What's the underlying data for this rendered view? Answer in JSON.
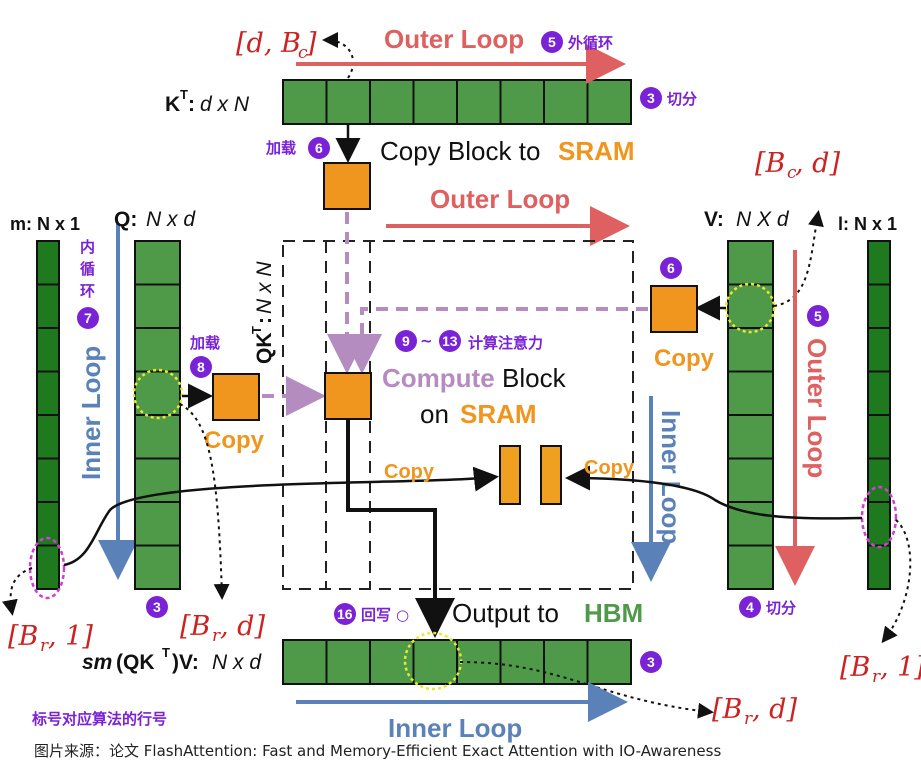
{
  "labels": {
    "dBc": "[d, B",
    "dBc_sub": "c",
    "dBc_end": "]",
    "kt_name": "K",
    "kt_sup": "T",
    "kt_dims": "d x N",
    "q_name": "Q:",
    "q_dims": "N x d",
    "v_name": "V:",
    "v_dims": "N X d",
    "m_name": "m: N x 1",
    "l_name": "l: N x 1",
    "qkt": "QK",
    "qkt_sup": "T",
    "qkt_dims": "N x N",
    "out_sm": "sm",
    "out_mid": "(QK",
    "out_sup": "T",
    "out_end": ")V:",
    "out_dims": "N x d",
    "Bcd": "[B",
    "Bcd_sub": "c",
    "Bcd_end": ", d]",
    "Brd_q": "[B",
    "Brd_q_sub": "r",
    "Brd_q_end": ", d]",
    "Br1_m": "[B",
    "Br1_m_sub": "r",
    "Br1_m_end": ", 1]",
    "Br1_l": "[B",
    "Br1_l_sub": "r",
    "Br1_l_end": ", 1]",
    "Brd_out": "[B",
    "Brd_out_sub": "r",
    "Brd_out_end": ", d]"
  },
  "loops": {
    "outer_top": "Outer Loop",
    "outer_mid": "Outer Loop",
    "outer_right": "Outer Loop",
    "inner_left": "Inner Loop",
    "inner_mid": "Inner Loop",
    "inner_bottom": "Inner Loop"
  },
  "chinese": {
    "outer_loop": "外循环",
    "split_top": "切分",
    "load_top": "加载",
    "inner_loop_vertical": [
      "内",
      "循",
      "环"
    ],
    "load_q": "加载",
    "compute_attention": "计算注意力",
    "write_back": "回写",
    "split_right": "切分",
    "legend": "标号对应算法的行号"
  },
  "badges": {
    "outer_loop": "5",
    "split_top": "3",
    "load_top": "6",
    "inner_loop": "7",
    "load_q": "8",
    "compute_start": "9",
    "compute_sep": "~",
    "compute_end": "13",
    "v_load": "6",
    "v_right": "5",
    "q_bottom": "3",
    "write_back": "16",
    "v_bottom": "4",
    "out_right": "3"
  },
  "text": {
    "copy_block": "Copy Block to ",
    "sram": "SRAM",
    "compute": "Compute",
    "block": " Block",
    "on": "on ",
    "sram2": "SRAM",
    "copy_q": "Copy",
    "copy_v": "Copy",
    "copy_left": "Copy",
    "copy_right": "Copy",
    "output_to": "Output to ",
    "hbm": "HBM",
    "write_circle": "○"
  },
  "caption": "图片来源：论文 FlashAttention: Fast and Memory-Efficient Exact Attention with IO-Awareness",
  "colors": {
    "block_green": "#4f9a48",
    "dark_green": "#1f7a1f",
    "orange": "#f0961e",
    "yellow_bar": "#f0a020",
    "purple": "#7a22d6",
    "red": "#cc2222",
    "outer_red": "#de6060",
    "inner_blue": "#5b82b8",
    "dashed_purple": "#b58cc0"
  }
}
